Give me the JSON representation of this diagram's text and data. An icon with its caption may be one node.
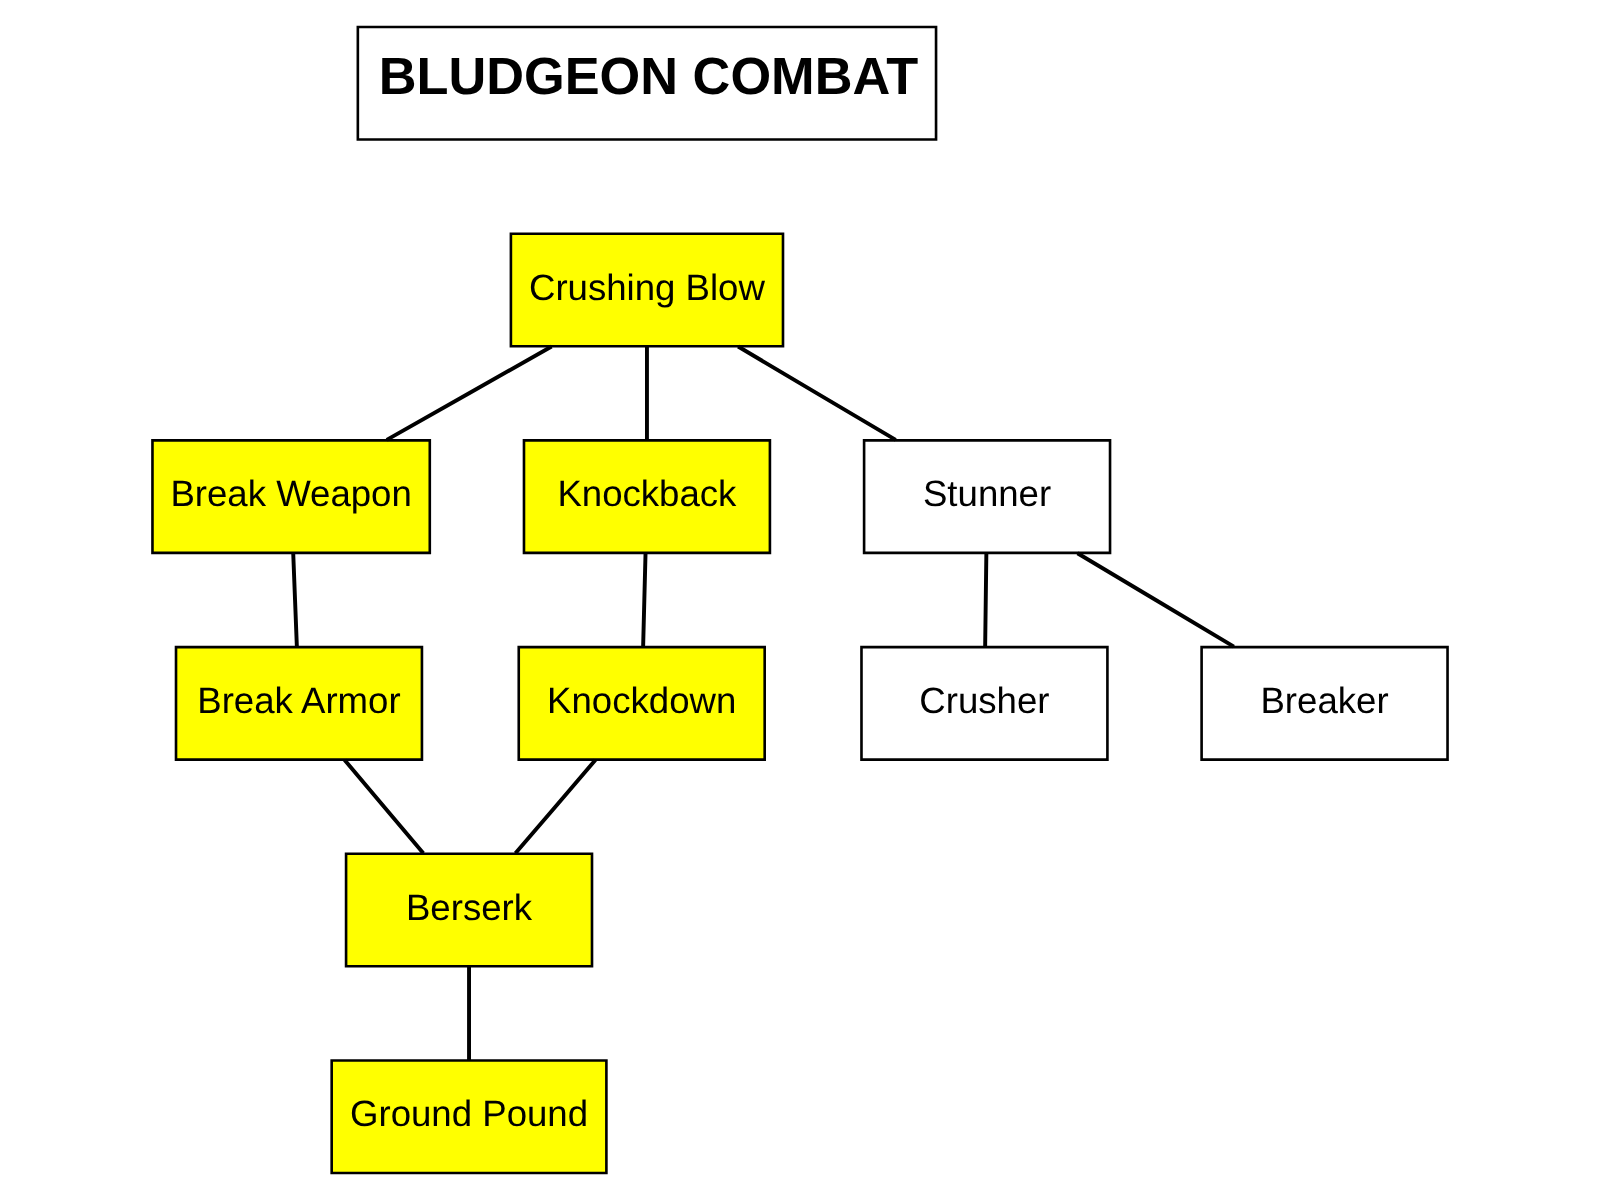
{
  "diagram": {
    "title": "BLUDGEON COMBAT",
    "nodes": [
      {
        "text": [
          "Crushing Blow"
        ]
      },
      {
        "text": [
          "Break Weapon"
        ]
      },
      {
        "text": [
          "Knockback"
        ]
      },
      {
        "text": [
          "Stunner"
        ]
      },
      {
        "text": [
          "Break Armor"
        ]
      },
      {
        "text": [
          "Knockdown"
        ]
      },
      {
        "text": [
          "Crusher"
        ]
      },
      {
        "text": [
          "Breaker"
        ]
      },
      {
        "text": [
          "Berserk"
        ]
      },
      {
        "text": [
          "Ground Pound"
        ]
      }
    ],
    "edges": [
      {
        "from": 0,
        "to": 1,
        "arrow": "none"
      },
      {
        "from": 0,
        "to": 2,
        "arrow": "none"
      },
      {
        "from": 0,
        "to": 3,
        "arrow": "none"
      },
      {
        "from": 1,
        "to": 4,
        "arrow": "none"
      },
      {
        "from": 2,
        "to": 5,
        "arrow": "none"
      },
      {
        "from": 3,
        "to": 6,
        "arrow": "none"
      },
      {
        "from": 3,
        "to": 7,
        "arrow": "none"
      },
      {
        "from": 4,
        "to": 8,
        "arrow": "none"
      },
      {
        "from": 5,
        "to": 8,
        "arrow": "none"
      },
      {
        "from": 8,
        "to": 9,
        "arrow": "none"
      }
    ]
  }
}
